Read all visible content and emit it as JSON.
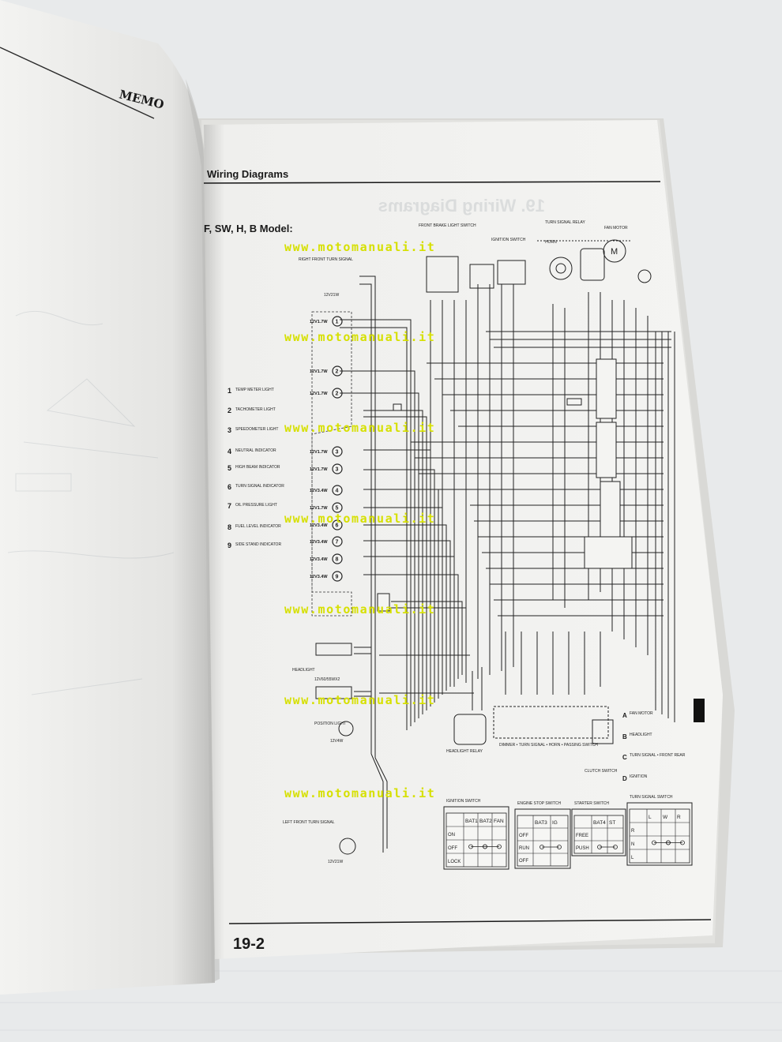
{
  "left_page": {
    "header": "MEMO"
  },
  "right_page": {
    "section_title": "Wiring Diagrams",
    "model_heading": "F, SW, H, B Model:",
    "page_number": "19-2"
  },
  "watermark": "www.motomanuali.it",
  "components": {
    "right_turn_signal": "RIGHT FRONT TURN SIGNAL",
    "right_turn_signal_bulb": "12V21W",
    "left_turn_signal": "LEFT FRONT TURN SIGNAL",
    "left_turn_signal_bulb": "12V21W",
    "front_brake_switch": "FRONT BRAKE LIGHT SWITCH",
    "ignition_switch": "IGNITION SWITCH",
    "horn": "HORN",
    "turn_signal_relay": "TURN SIGNAL RELAY",
    "fan_motor": "FAN MOTOR",
    "headlight": "HEADLIGHT",
    "headlight_bulb": "12V60/55WX2",
    "position_light": "POSITION LIGHT",
    "position_light_bulb": "12V4W",
    "headlight_relay": "HEADLIGHT RELAY",
    "dimmer_switch": "DIMMER • TURN SIGNAL • HORN • PASSING SWITCH",
    "clutch_switch": "CLUTCH SWITCH"
  },
  "instrument_legend": [
    {
      "num": "1",
      "label": "TEMP METER LIGHT"
    },
    {
      "num": "2",
      "label": "TACHOMETER LIGHT"
    },
    {
      "num": "3",
      "label": "SPEEDOMETER LIGHT"
    },
    {
      "num": "4",
      "label": "NEUTRAL INDICATOR"
    },
    {
      "num": "5",
      "label": "HIGH BEAM INDICATOR"
    },
    {
      "num": "6",
      "label": "TURN SIGNAL INDICATOR"
    },
    {
      "num": "7",
      "label": "OIL PRESSURE LIGHT"
    },
    {
      "num": "8",
      "label": "FUEL LEVEL INDICATOR"
    },
    {
      "num": "9",
      "label": "SIDE STAND INDICATOR"
    }
  ],
  "bulbs": [
    {
      "rating": "12V1.7W",
      "num": "1"
    },
    {
      "rating": "12V1.7W",
      "num": "2"
    },
    {
      "rating": "12V1.7W",
      "num": "2"
    },
    {
      "rating": "12V1.7W",
      "num": "3"
    },
    {
      "rating": "12V1.7W",
      "num": "3"
    },
    {
      "rating": "12V3.4W",
      "num": "4"
    },
    {
      "rating": "12V1.7W",
      "num": "5"
    },
    {
      "rating": "12V3.4W",
      "num": "6"
    },
    {
      "rating": "12V3.4W",
      "num": "7"
    },
    {
      "rating": "12V3.4W",
      "num": "8"
    },
    {
      "rating": "12V3.4W",
      "num": "9"
    }
  ],
  "side_legend": [
    {
      "key": "A",
      "label": "FAN MOTOR"
    },
    {
      "key": "B",
      "label": "HEADLIGHT"
    },
    {
      "key": "C",
      "label": "TURN SIGNAL • FRONT REAR"
    },
    {
      "key": "D",
      "label": "IGNITION"
    }
  ],
  "continuity_tables": {
    "ignition": {
      "title": "IGNITION SWITCH",
      "cols": [
        "BAT1",
        "BAT2",
        "FAN"
      ],
      "rows": [
        "ON",
        "OFF",
        "LOCK"
      ]
    },
    "engine_stop": {
      "title": "ENGINE STOP SWITCH",
      "cols": [
        "BAT3",
        "IG"
      ],
      "rows": [
        "OFF",
        "RUN",
        "OFF"
      ]
    },
    "starter": {
      "title": "STARTER SWITCH",
      "cols": [
        "BAT4",
        "ST"
      ],
      "rows": [
        "FREE",
        "PUSH"
      ]
    },
    "turn_signal": {
      "title": "TURN SIGNAL SWITCH",
      "cols": [
        "L",
        "W",
        "R"
      ],
      "rows": [
        "R",
        "N",
        "L"
      ]
    }
  }
}
